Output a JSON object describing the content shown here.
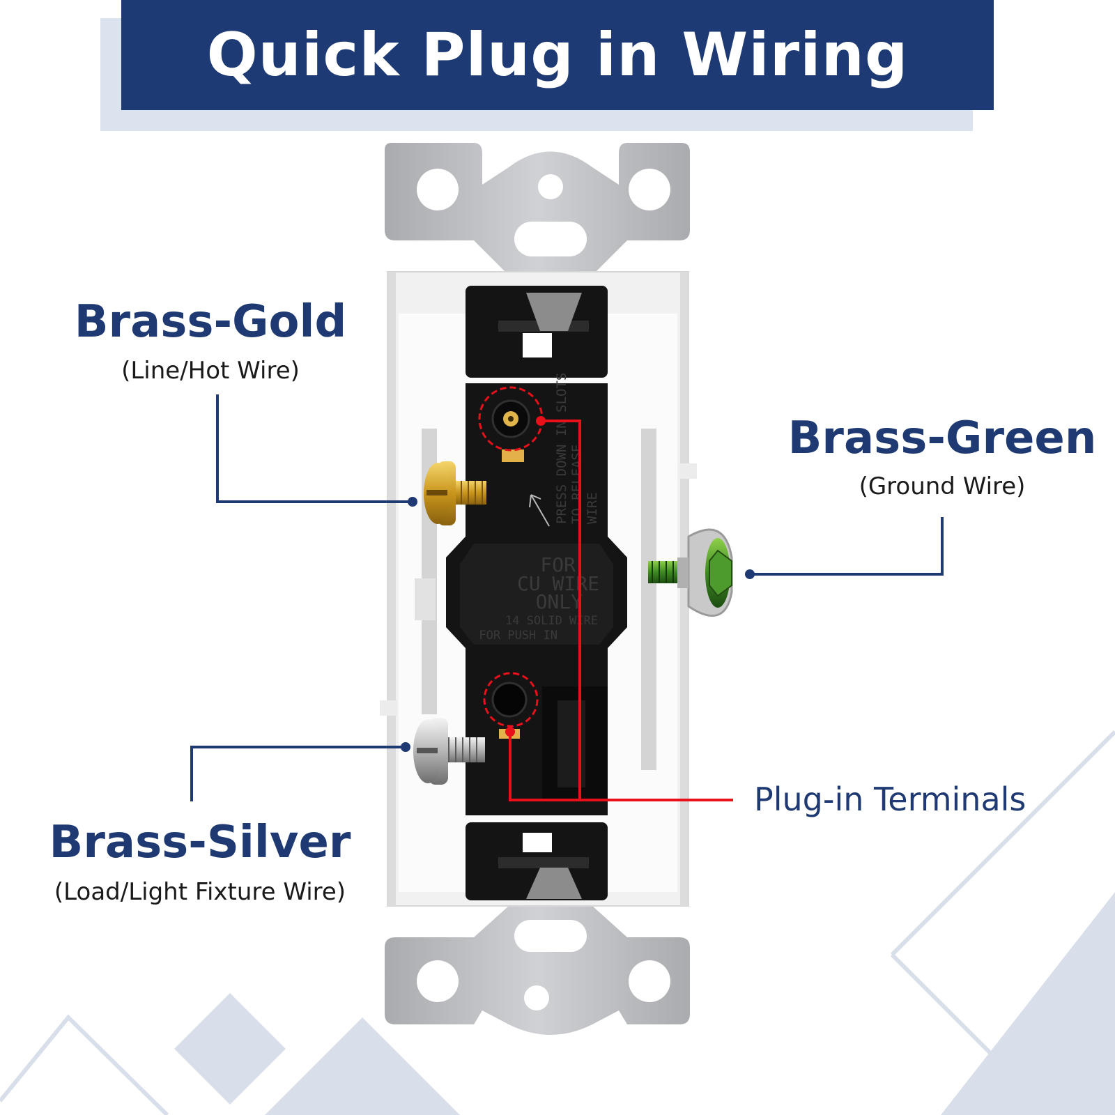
{
  "title": "Quick Plug in Wiring",
  "labels": {
    "brass_gold": {
      "name": "Brass-Gold",
      "desc": "(Line/Hot Wire)"
    },
    "brass_green": {
      "name": "Brass-Green",
      "desc": "(Ground Wire)"
    },
    "brass_silver": {
      "name": "Brass-Silver",
      "desc": "(Load/Light Fixture Wire)"
    },
    "plug_in": {
      "name": "Plug-in Terminals"
    }
  },
  "switch_imprint": {
    "release_lines": [
      "PRESS DOWN IN SLOTS",
      "TO RELEASE",
      "WIRE"
    ],
    "cu_lines": [
      "FOR",
      "CU WIRE",
      "ONLY"
    ],
    "push_lines": [
      "14 SOLID WIRE",
      "FOR PUSH IN"
    ]
  },
  "colors": {
    "banner": "#1d3a74",
    "label_text": "#1f3a73",
    "leader_line": "#1f3a73",
    "terminal_marker": "#e8101a",
    "strap_metal": "#b9bbbe",
    "switch_body": "#121212"
  },
  "icons": {
    "gold_screw": "brass-screw-icon",
    "silver_screw": "silver-screw-icon",
    "green_screw": "ground-screw-icon"
  }
}
